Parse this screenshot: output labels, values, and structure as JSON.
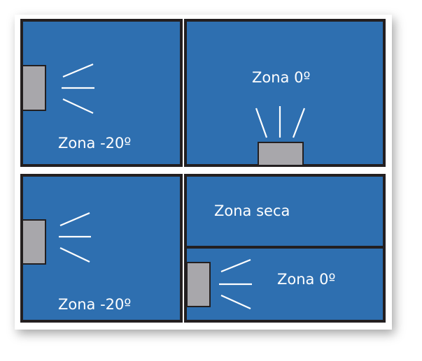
{
  "zones": [
    {
      "id": "top-left",
      "label": "Zona -20º"
    },
    {
      "id": "top-right",
      "label": "Zona 0º"
    },
    {
      "id": "bottom-left",
      "label": "Zona -20º"
    },
    {
      "id": "bottom-right-upper",
      "label": "Zona seca"
    },
    {
      "id": "bottom-right-lower",
      "label": "Zona 0º"
    }
  ],
  "colors": {
    "room": "#2e6fb0",
    "wall": "#231f20",
    "heater": "#a8a7ab",
    "airflow": "#ffffff"
  }
}
